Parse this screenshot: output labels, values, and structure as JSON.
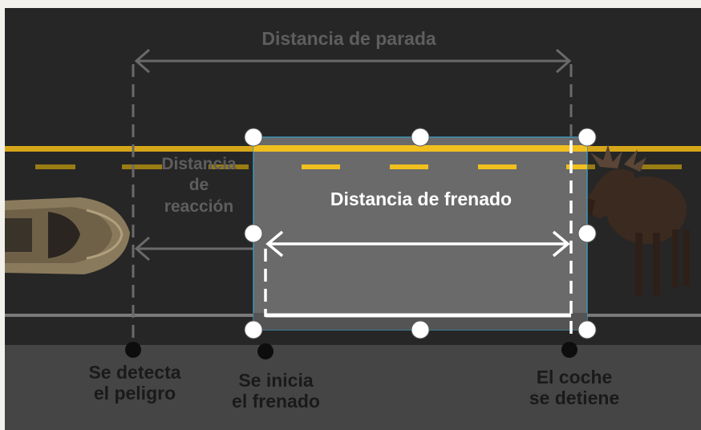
{
  "colors": {
    "background": "#f2f1ec",
    "road": "#262626",
    "sidewalk": "#454545",
    "center_line": "#f2c01e",
    "selection_fill": "#6a6a6a",
    "selection_border": "#3f93b5",
    "arrow_faded": "#6a6a6a",
    "arrow_bright": "#ffffff",
    "marker": "#0d0d0d"
  },
  "labels": {
    "stopping_distance": "Distancia de parada",
    "reaction_distance": [
      "Distancia",
      "de",
      "reacción"
    ],
    "braking_distance": "Distancia de frenado",
    "hazard_detected": [
      "Se detecta",
      "el peligro"
    ],
    "braking_starts": [
      "Se inicia",
      "el frenado"
    ],
    "car_stops": [
      "El coche",
      "se detiene"
    ]
  },
  "icons": [
    "car-icon",
    "moose-icon"
  ]
}
